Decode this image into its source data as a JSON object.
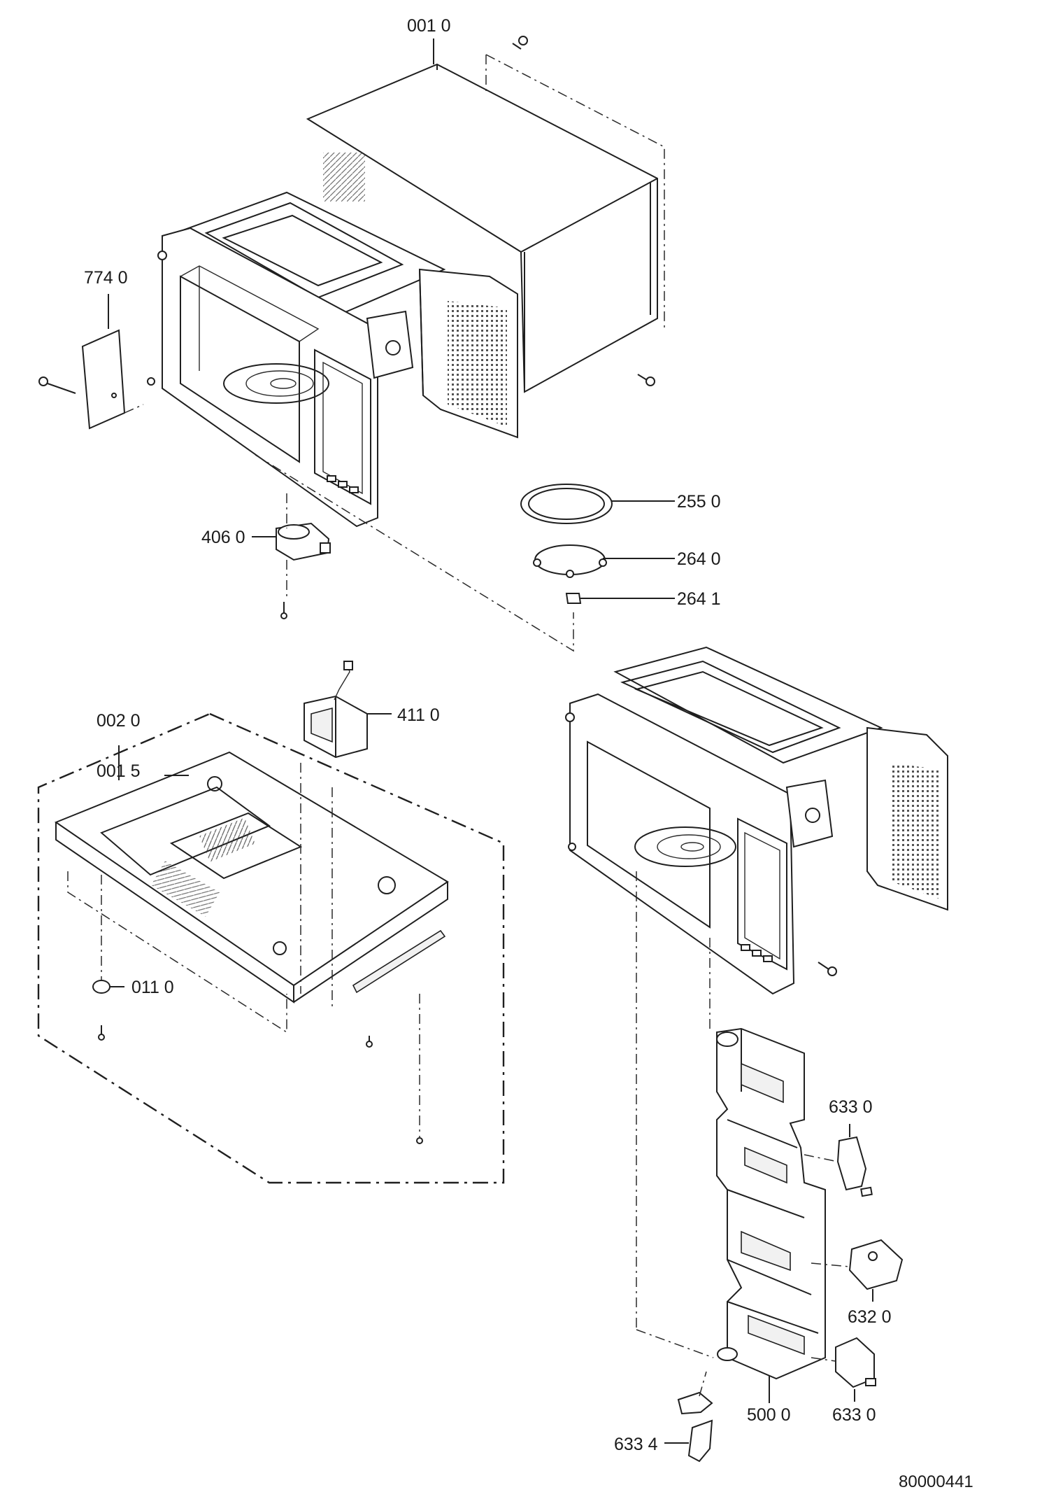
{
  "callouts": {
    "c0010": "001 0",
    "c7740": "774 0",
    "c2550": "255 0",
    "c2640": "264 0",
    "c2641": "264 1",
    "c4060": "406 0",
    "c0020": "002 0",
    "c0015": "001 5",
    "c4110": "411 0",
    "c0110": "011 0",
    "c6330a": "633 0",
    "c6320": "632 0",
    "c6330b": "633 0",
    "c5000": "500 0",
    "c6334": "633 4"
  },
  "drawing_number": "80000441"
}
